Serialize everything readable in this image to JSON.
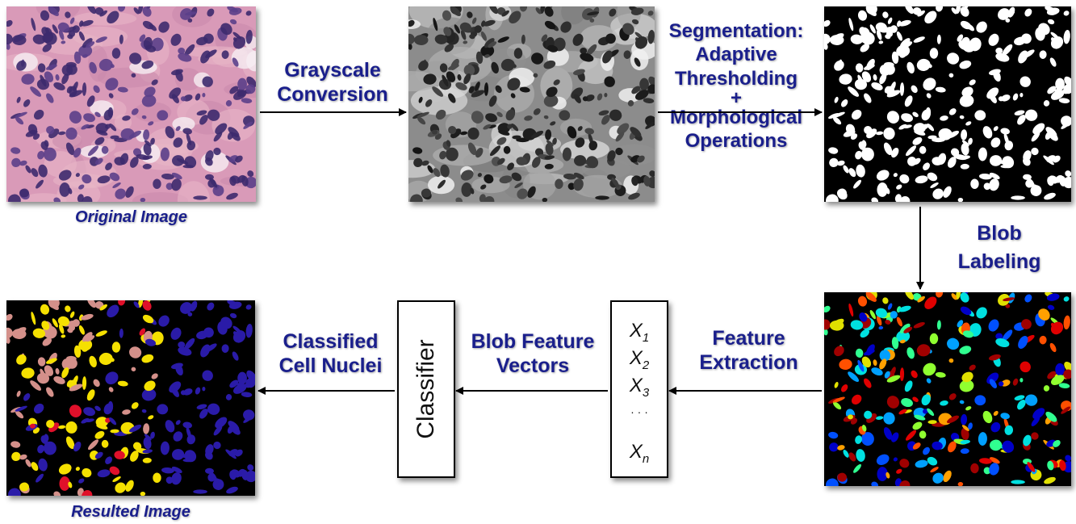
{
  "captions": {
    "original": "Original Image",
    "resulted": "Resulted Image"
  },
  "steps": {
    "grayscale": [
      "Grayscale",
      "Conversion"
    ],
    "segmentation": [
      "Segmentation:",
      "Adaptive",
      "Thresholding",
      "+",
      "Morphological",
      "Operations"
    ],
    "blob_labeling": [
      "Blob",
      "Labeling"
    ],
    "feature_extraction": [
      "Feature",
      "Extraction"
    ],
    "blob_feature_vectors": [
      "Blob Feature",
      "Vectors"
    ],
    "classified": [
      "Classified",
      "Cell Nuclei"
    ]
  },
  "classifier_label": "Classifier",
  "feature_vector": [
    {
      "sym": "X",
      "sub": "1"
    },
    {
      "sym": "X",
      "sub": "2"
    },
    {
      "sym": "X",
      "sub": "3"
    },
    {
      "sym": "· · ·",
      "sub": ""
    },
    {
      "sym": "X",
      "sub": "n"
    }
  ],
  "colors": {
    "label_blue": "#1a1f8c",
    "he_background": "#d99ab8",
    "nuclei_purple": "#3d2a6e",
    "class_blue": "#2a1ba8",
    "class_yellow": "#f5e000",
    "class_pink": "#d4908a",
    "class_red": "#e0102a"
  }
}
